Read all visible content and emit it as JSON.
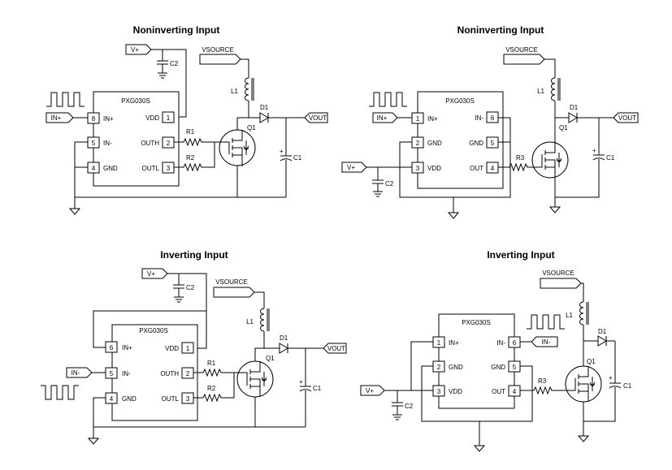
{
  "diagrams": [
    {
      "title": "Noninverting Input",
      "chip": "PXG030S",
      "left_pins": [
        {
          "num": "8",
          "name": "IN+"
        },
        {
          "num": "5",
          "name": "IN-"
        },
        {
          "num": "4",
          "name": "GND"
        }
      ],
      "right_pins": [
        {
          "num": "1",
          "name": "VDD"
        },
        {
          "num": "2",
          "name": "OUTH"
        },
        {
          "num": "3",
          "name": "OUTL"
        }
      ],
      "resistors": [
        "R1",
        "R2"
      ],
      "input_tag": "IN+",
      "supply_tag": "V+",
      "supply_cap": "C2",
      "source": "VSOURCE",
      "inductor": "L1",
      "diode": "D1",
      "transistor": "Q1",
      "out_cap": "C1",
      "output_tag": "VOUT"
    },
    {
      "title": "Noninverting Input",
      "chip": "PXG030S",
      "left_pins": [
        {
          "num": "1",
          "name": "IN+"
        },
        {
          "num": "2",
          "name": "GND"
        },
        {
          "num": "3",
          "name": "VDD"
        }
      ],
      "right_pins": [
        {
          "num": "6",
          "name": "IN-"
        },
        {
          "num": "5",
          "name": "GND"
        },
        {
          "num": "4",
          "name": "OUT"
        }
      ],
      "resistors": [
        "R3"
      ],
      "input_tag": "IN+",
      "supply_tag": "V+",
      "supply_cap": "C2",
      "source": "VSOURCE",
      "inductor": "L1",
      "diode": "D1",
      "transistor": "Q1",
      "out_cap": "C1",
      "output_tag": "VOUT"
    },
    {
      "title": "Inverting Input",
      "chip": "PXG030S",
      "left_pins": [
        {
          "num": "6",
          "name": "IN+"
        },
        {
          "num": "5",
          "name": "IN-"
        },
        {
          "num": "4",
          "name": "GND"
        }
      ],
      "right_pins": [
        {
          "num": "1",
          "name": "VDD"
        },
        {
          "num": "2",
          "name": "OUTH"
        },
        {
          "num": "3",
          "name": "OUTL"
        }
      ],
      "resistors": [
        "R1",
        "R2"
      ],
      "input_tag": "IN-",
      "supply_tag": "V+",
      "supply_cap": "C2",
      "source": "VSOURCE",
      "inductor": "L1",
      "diode": "D1",
      "transistor": "Q1",
      "out_cap": "C1",
      "output_tag": "VOUT"
    },
    {
      "title": "Inverting Input",
      "chip": "PXG030S",
      "left_pins": [
        {
          "num": "1",
          "name": "IN+"
        },
        {
          "num": "2",
          "name": "GND"
        },
        {
          "num": "3",
          "name": "VDD"
        }
      ],
      "right_pins": [
        {
          "num": "6",
          "name": "IN-"
        },
        {
          "num": "5",
          "name": "GND"
        },
        {
          "num": "4",
          "name": "OUT"
        }
      ],
      "resistors": [
        "R3"
      ],
      "input_tag": "IN-",
      "supply_tag": "V+",
      "supply_cap": "C2",
      "source": "VSOURCE",
      "inductor": "L1",
      "diode": "D1",
      "transistor": "Q1",
      "out_cap": "C1",
      "output_tag": ""
    }
  ]
}
